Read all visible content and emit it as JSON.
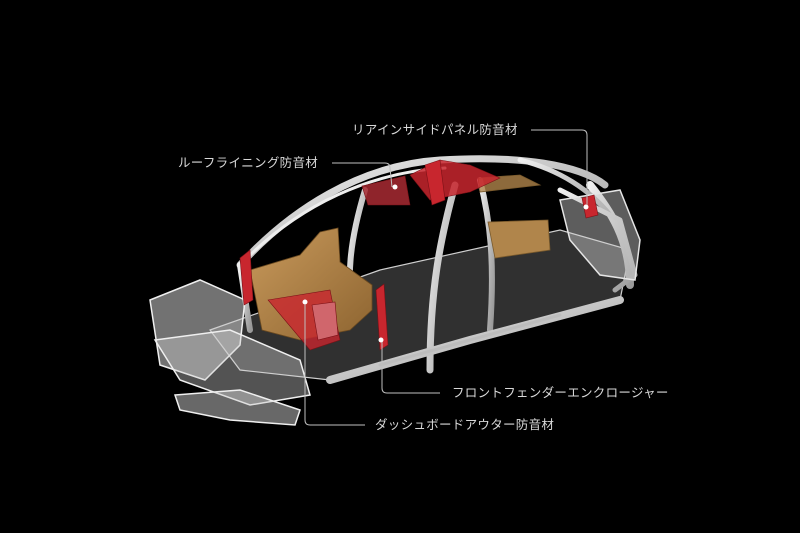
{
  "diagram": {
    "subject": "car-body-in-white-sound-insulation",
    "background_color": "#000000",
    "colors": {
      "body_frame": "#d9d9d9",
      "highlight_red": "#c8262e",
      "insulation_gold": "#b8874a",
      "leader_line": "#bfbfbf"
    },
    "callouts": [
      {
        "id": "rear-inside-panel",
        "label": "リアインサイドパネル防音材"
      },
      {
        "id": "roof-lining",
        "label": "ルーフライニング防音材"
      },
      {
        "id": "front-fender-enclosure",
        "label": "フロントフェンダーエンクロージャー"
      },
      {
        "id": "dashboard-outer",
        "label": "ダッシュボードアウター防音材"
      }
    ]
  }
}
